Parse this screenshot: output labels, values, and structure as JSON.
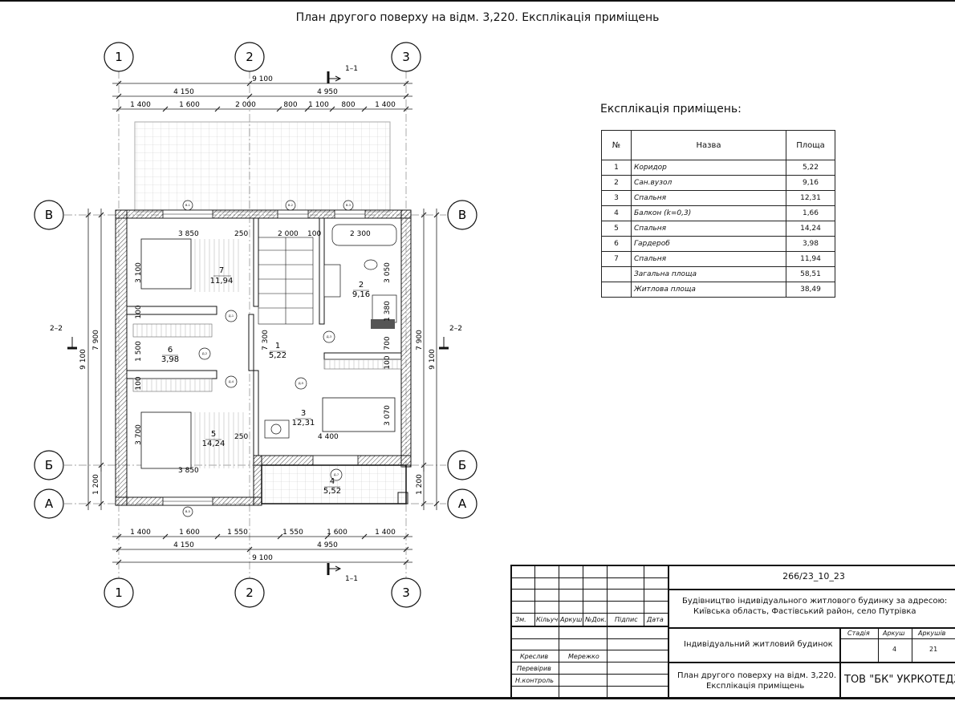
{
  "drawing": {
    "title": "План другого поверху на відм.  3,220. Експлікація приміщень",
    "axes": {
      "vertical": [
        "1",
        "2",
        "3"
      ],
      "horizontal": [
        "В",
        "Б",
        "А"
      ]
    },
    "dimensions": {
      "overall": "9 100",
      "upper_split": [
        "4 150",
        "4 950"
      ],
      "top_chain": [
        "1 400",
        "1 600",
        "2 000",
        "800",
        "1 100",
        "800",
        "1 400"
      ],
      "bottom_chain": [
        "1 400",
        "1 600",
        "1 550",
        "1 550",
        "1 600",
        "1 400"
      ],
      "lower_split": [
        "4 150",
        "4 950"
      ],
      "left_outer": "9 100",
      "left_inner": "7 900",
      "left_bottom": "1 200",
      "right_outer": "9 100",
      "right_inner": "7 900",
      "right_bottom": "1 200"
    },
    "sections": {
      "cut_1": "1–1",
      "cut_2": "2–2"
    },
    "interior_dims": {
      "d3850_top": "3 850",
      "d250_top": "250",
      "d2000": "2 000",
      "d100": "100",
      "d2300": "2 300",
      "d3100": "3 100",
      "d3050": "3 050",
      "d1380": "1 380",
      "d100a": "100",
      "d1500": "1 500",
      "d100b": "100",
      "d7300": "7 300",
      "d700": "700",
      "d100c": "100",
      "d3700": "3 700",
      "d250_mid": "250",
      "d4400": "4 400",
      "d3070": "3 070",
      "d3850_bot": "3 850"
    },
    "rooms": [
      {
        "num": "7",
        "area": "11,94"
      },
      {
        "num": "2",
        "area": "9,16"
      },
      {
        "num": "6",
        "area": "3,98"
      },
      {
        "num": "1",
        "area": "5,22"
      },
      {
        "num": "3",
        "area": "12,31"
      },
      {
        "num": "5",
        "area": "14,24"
      },
      {
        "num": "4",
        "area": "5,52"
      }
    ],
    "tags": [
      "В-1",
      "В-2",
      "В-3",
      "Д-1",
      "Д-2",
      "Д-3",
      "Д-4",
      "Д-5",
      "Д-6",
      "Д-7",
      "В-5"
    ]
  },
  "explication": {
    "title": "Експлікація приміщень:",
    "headers": [
      "№",
      "Назва",
      "Площа"
    ],
    "rows": [
      [
        "1",
        "Коридор",
        "5,22"
      ],
      [
        "2",
        "Сан.вузол",
        "9,16"
      ],
      [
        "3",
        "Спальня",
        "12,31"
      ],
      [
        "4",
        "Балкон (k=0,3)",
        "1,66"
      ],
      [
        "5",
        "Спальня",
        "14,24"
      ],
      [
        "6",
        "Гардероб",
        "3,98"
      ],
      [
        "7",
        "Спальня",
        "11,94"
      ],
      [
        "",
        "Загальна площа",
        "58,51"
      ],
      [
        "",
        "Житлова площа",
        "38,49"
      ]
    ]
  },
  "stamp": {
    "code": "266/23_10_23",
    "project_line1": "Будівництво індивідуального житлового будинку за адресою:",
    "project_line2": "Київська область, Фастівський район, село Путрівка",
    "object": "Індивідуальний житловий будинок",
    "sheet_title_line1": "План другого поверху на відм. 3,220.",
    "sheet_title_line2": "Експлікація приміщень",
    "company": "ТОВ \"БК\" УКРКОТЕДЖ\"",
    "col_headers": [
      "Зм.",
      "Кільуч",
      "Аркуш",
      "№Док.",
      "Підпис",
      "Дата"
    ],
    "roles": [
      "Креслив",
      "Перевірив",
      "Н.контроль"
    ],
    "drawn_by": "Мережко",
    "stage_label": "Стадія",
    "sheet_label": "Аркуш",
    "sheets_label": "Аркушів",
    "sheet_value": "4",
    "sheets_value": "21"
  }
}
